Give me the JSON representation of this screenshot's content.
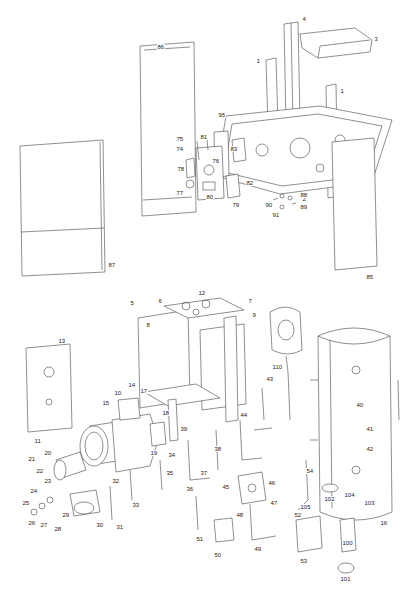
{
  "diagram": {
    "labels": [
      "86",
      "4",
      "3",
      "1",
      "1",
      "95",
      "2",
      "81",
      "83",
      "75",
      "74",
      "76",
      "78",
      "82",
      "77",
      "80",
      "79",
      "87",
      "85",
      "88",
      "90",
      "89",
      "91",
      "12",
      "7",
      "9",
      "8",
      "5",
      "6",
      "13",
      "11",
      "10",
      "14",
      "15",
      "17",
      "16",
      "18",
      "19",
      "20",
      "21",
      "22",
      "23",
      "24",
      "25",
      "26",
      "27",
      "28",
      "29",
      "30",
      "31",
      "32",
      "33",
      "34",
      "35",
      "36",
      "37",
      "38",
      "39",
      "40",
      "41",
      "42",
      "43",
      "44",
      "45",
      "46",
      "47",
      "48",
      "49",
      "50",
      "51",
      "52",
      "53",
      "54",
      "110",
      "100",
      "101",
      "102",
      "103",
      "104",
      "105"
    ]
  }
}
